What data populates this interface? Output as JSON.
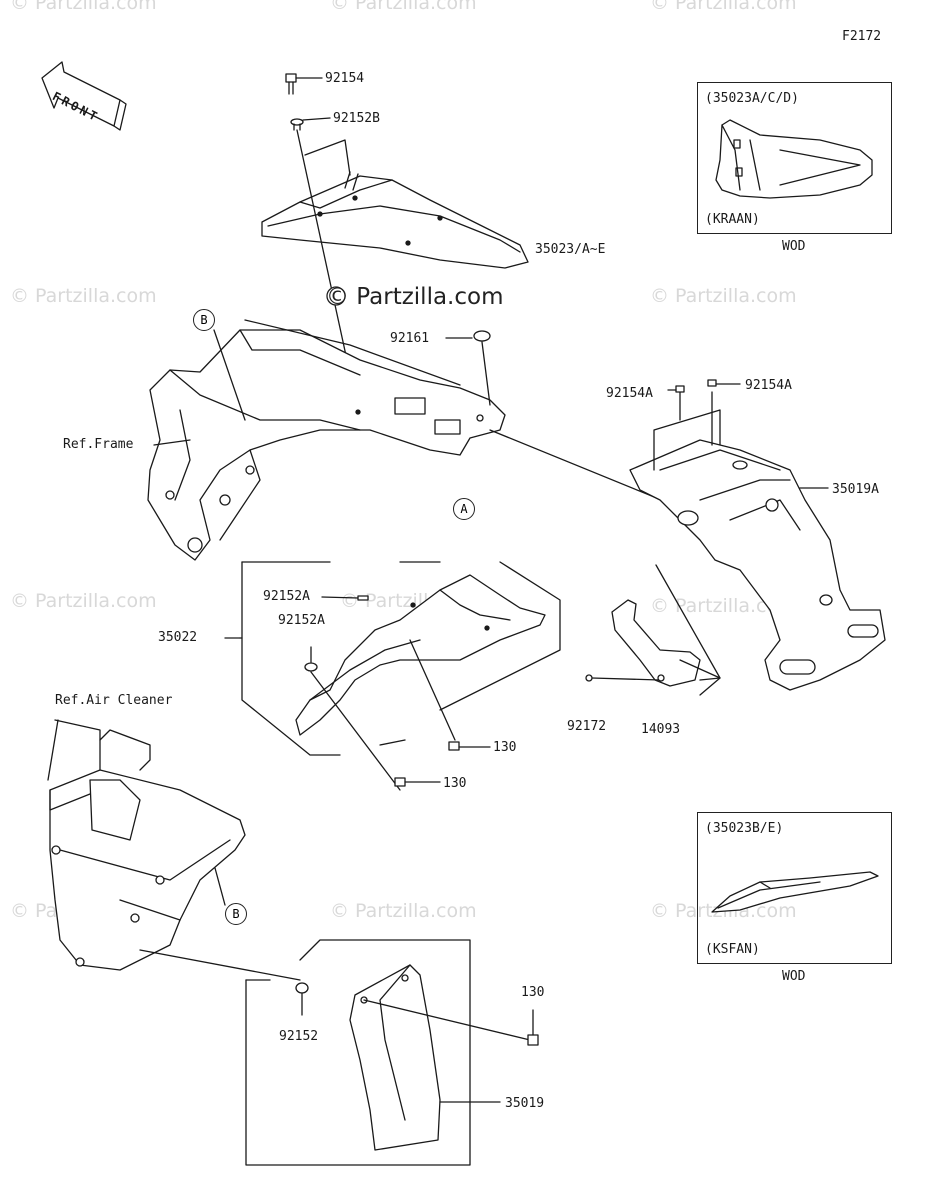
{
  "diagram": {
    "figure_code": "F2172",
    "front_label": "FRONT",
    "brand_watermark": "© Partzilla.com",
    "watermark_faint": "© Partzilla.com",
    "refs": {
      "frame": "Ref.Frame",
      "air_cleaner": "Ref.Air Cleaner"
    },
    "markers": {
      "a": "A",
      "b": "B"
    },
    "inset_top": {
      "variants": "(35023A/C/D)",
      "color_code": "(KRAAN)",
      "note": "WOD"
    },
    "inset_bottom": {
      "variants": "(35023B/E)",
      "color_code": "(KSFAN)",
      "note": "WOD"
    },
    "parts": {
      "p92154": "92154",
      "p92152B": "92152B",
      "p35023": "35023/A~E",
      "p92161": "92161",
      "p92154A_1": "92154A",
      "p92154A_2": "92154A",
      "p35019A": "35019A",
      "p92152A_1": "92152A",
      "p92152A_2": "92152A",
      "p35022": "35022",
      "p130_1": "130",
      "p130_2": "130",
      "p92172": "92172",
      "p14093": "14093",
      "p130_3": "130",
      "p92152": "92152",
      "p35019": "35019"
    }
  }
}
